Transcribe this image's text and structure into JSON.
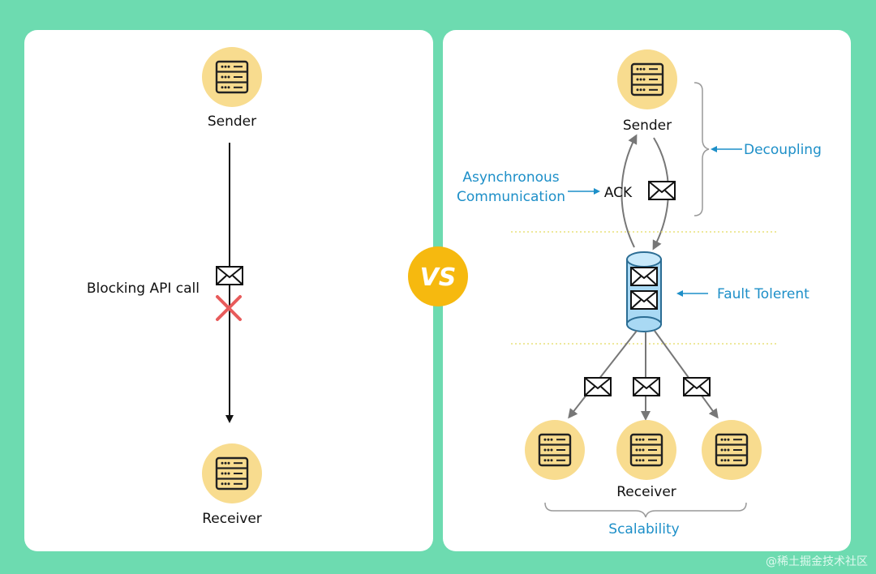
{
  "left": {
    "sender_label": "Sender",
    "receiver_label": "Receiver",
    "blocking_label": "Blocking API call"
  },
  "vs_label": "VS",
  "right": {
    "sender_label": "Sender",
    "receiver_label": "Receiver",
    "ack_label": "ACK",
    "async_label_line1": "Asynchronous",
    "async_label_line2": "Communication",
    "decoupling_label": "Decoupling",
    "fault_label": "Fault Tolerent",
    "scalability_label": "Scalability"
  },
  "watermark": "@稀土掘金技术社区",
  "colors": {
    "background": "#6ddbb0",
    "panel": "#ffffff",
    "server_circle": "#f8dc8f",
    "vs_circle": "#f6b90f",
    "annotation_blue": "#1d8fc8",
    "queue_fill": "#a9d9f4",
    "error_x": "#e85b5b",
    "dotted_line": "#e8e07a"
  },
  "icons": [
    "server-icon",
    "envelope-icon",
    "message-queue-icon",
    "error-x-icon",
    "vs-badge"
  ]
}
